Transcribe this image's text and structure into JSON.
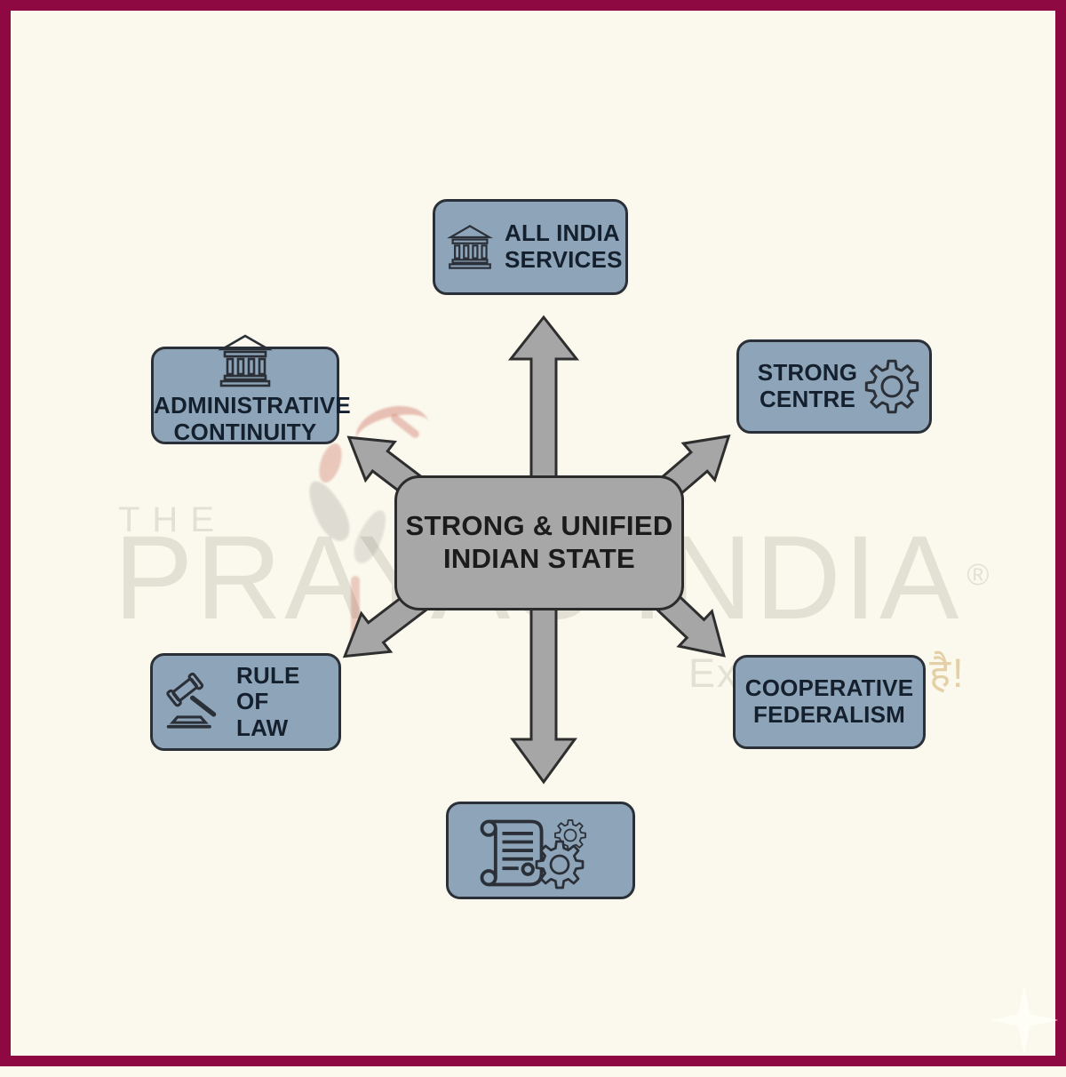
{
  "colors": {
    "frame_border": "#8e0942",
    "background": "#fbf9ed",
    "node_fill": "#8ea5b9",
    "node_border": "#2b3038",
    "node_text": "#15202e",
    "center_fill": "#a7a7a7",
    "center_border": "#2b2b2b",
    "center_text": "#1b1b1b",
    "arrow_fill": "#a6a6a6",
    "arrow_stroke": "#2e2e2e",
    "watermark_text": "#e3e1d4",
    "watermark_accent": "#e4d0a6",
    "logo_red": "#c0483e"
  },
  "center": {
    "line1": "STRONG & UNIFIED",
    "line2": "INDIAN STATE"
  },
  "nodes": {
    "top": {
      "line1": "ALL INDIA",
      "line2": "SERVICES",
      "icon": "bank-building-icon"
    },
    "top_left": {
      "line1": "ADMINISTRATIVE",
      "line2": "CONTINUITY",
      "icon": "bank-building-icon"
    },
    "top_right": {
      "line1": "STRONG",
      "line2": "CENTRE",
      "icon": "gear-icon"
    },
    "bottom_left": {
      "line1": "RULE OF",
      "line2": "LAW",
      "icon": "gavel-icon"
    },
    "bottom_right": {
      "line1": "COOPERATIVE",
      "line2": "FEDERALISM",
      "icon": "none"
    },
    "bottom": {
      "line1": "",
      "line2": "",
      "icon": "scroll-and-gears-icon"
    }
  },
  "watermark": {
    "line1": "THE",
    "line2": "PRAYAS INDIA",
    "registered": "®",
    "tagline_main": "Exam आसान ",
    "tagline_accent": "है!"
  }
}
